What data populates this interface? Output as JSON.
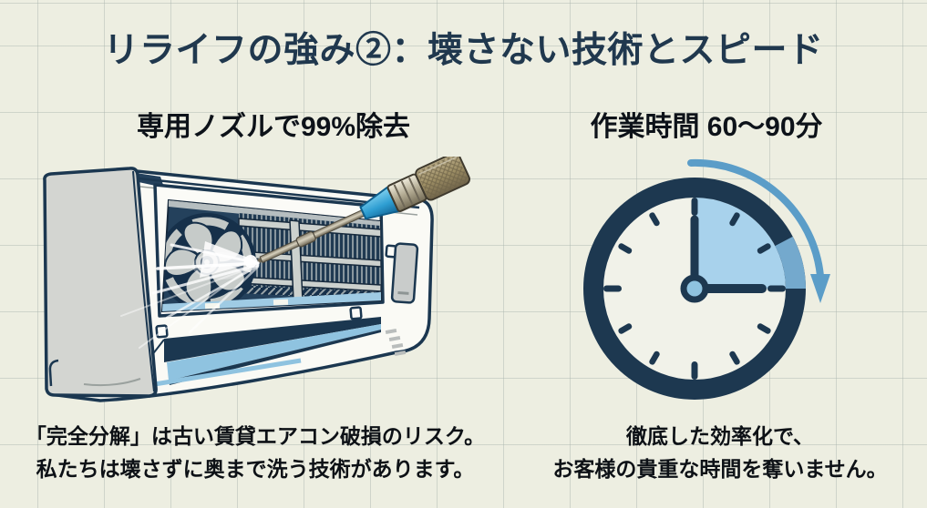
{
  "title": "リライフの強み②：壊さない技術とスピード",
  "sections": {
    "left": {
      "heading": "専用ノズルで99%除去",
      "caption": [
        "「完全分解」は古い賃貸エアコン破損のリスク。",
        "私たちは壊さずに奥まで洗う技術があります。"
      ],
      "illustration": "ac-unit-spray-cleaning-icon"
    },
    "right": {
      "heading": "作業時間 60〜90分",
      "caption": [
        "徹底した効率化で、",
        "お客様の貴重な時間を奪いません。"
      ],
      "illustration": "clock-quarter-highlight-icon",
      "clock": {
        "highlighted_span": "12-to-3 quadrant",
        "arrow_direction": "clockwise"
      }
    }
  },
  "colors": {
    "background": "#edeee1",
    "grid_line": "#aab4ac",
    "title_navy": "#20384e",
    "text_black": "#0d1116",
    "outline_navy": "#1b3750",
    "interior_navy": "#24415c",
    "quadrant_light_blue": "#a8d2ec",
    "arrow_blue": "#5b9dc8",
    "accent_blue": "#8fc3e0",
    "panel_gray": "#d3d5d1",
    "nozzle_khaki": "#a89a78",
    "nozzle_tip_blue": "#2f9fd0"
  }
}
